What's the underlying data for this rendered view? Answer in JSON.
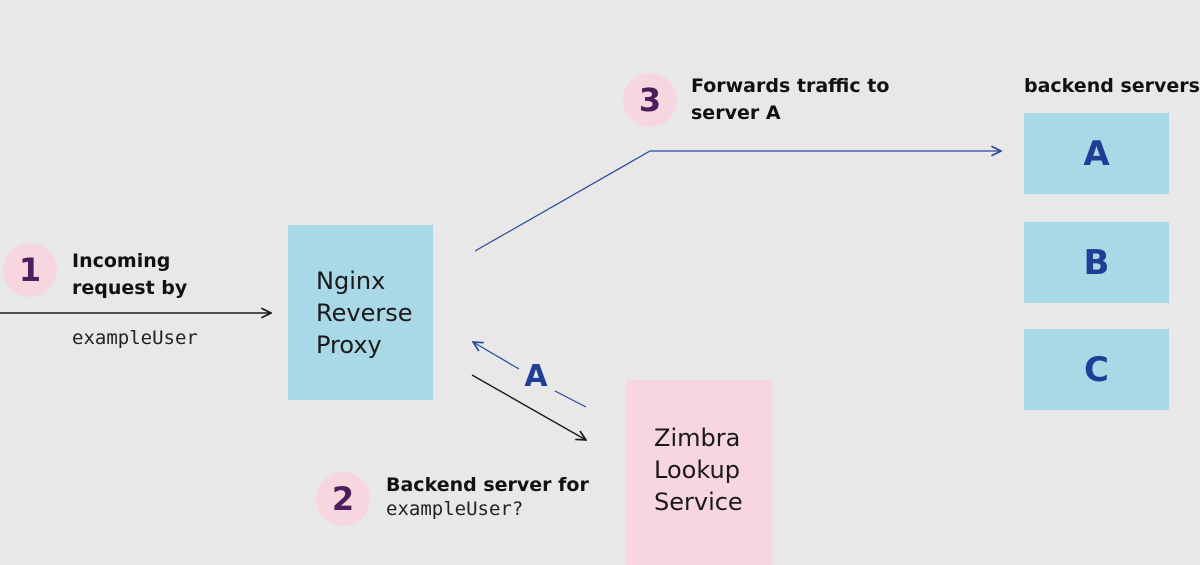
{
  "steps": [
    {
      "number": "1",
      "text_lines": [
        "Incoming",
        "request by"
      ],
      "code": "exampleUser"
    },
    {
      "number": "2",
      "text": "Backend server for",
      "code": "exampleUser?"
    },
    {
      "number": "3",
      "text_lines": [
        "Forwards traffic to",
        "server A"
      ]
    }
  ],
  "nodes": {
    "proxy": {
      "lines": [
        "Nginx",
        "Reverse",
        "Proxy"
      ]
    },
    "lookup": {
      "lines": [
        "Zimbra",
        "Lookup",
        "Service"
      ]
    }
  },
  "backend": {
    "title": "backend servers",
    "servers": [
      "A",
      "B",
      "C"
    ]
  },
  "lookup_response_label": "A",
  "colors": {
    "background": "#e8e8e8",
    "server_box": "#a9d8e6",
    "lookup_box": "#f8d6df",
    "badge": "#f8d6df",
    "badge_text": "#4a1f5c",
    "accent_blue": "#1f3f94",
    "request_arrow": "#1a1a1a"
  }
}
